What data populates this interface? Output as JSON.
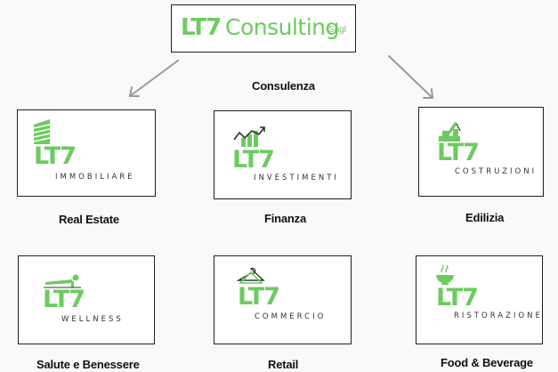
{
  "top": {
    "brand": "LT7",
    "name": "Consulting",
    "suffix": "Sagl"
  },
  "center_label": "Consulenza",
  "brand_color": "#6ccb5f",
  "cards": [
    {
      "logo": "LT7",
      "sub": "IMMOBILIARE",
      "caption": "Real Estate",
      "icon": "building-icon"
    },
    {
      "logo": "LT7",
      "sub": "INVESTIMENTI",
      "caption": "Finanza",
      "icon": "chart-growth-icon"
    },
    {
      "logo": "LT7",
      "sub": "COSTRUZIONI",
      "caption": "Edilizia",
      "icon": "crane-icon"
    },
    {
      "logo": "LT7",
      "sub": "WELLNESS",
      "caption": "Salute e Benessere",
      "icon": "plank-person-icon"
    },
    {
      "logo": "LT7",
      "sub": "COMMERCIO",
      "caption": "Retail",
      "icon": "hanger-icon"
    },
    {
      "logo": "LT7",
      "sub": "RISTORAZIONE",
      "caption": "Food & Beverage",
      "icon": "steaming-bowl-icon"
    }
  ]
}
